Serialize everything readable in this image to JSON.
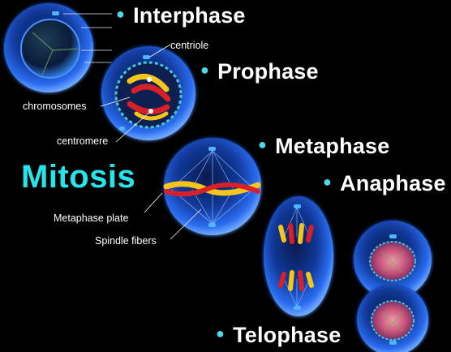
{
  "title": "Mitosis",
  "phases": {
    "interphase": "Interphase",
    "prophase": "Prophase",
    "metaphase": "Metaphase",
    "anaphase": "Anaphase",
    "telophase": "Telophase"
  },
  "callouts": {
    "centriole": "centriole",
    "chromosomes": "chromosomes",
    "centromere": "centromere",
    "metaphase_plate": "Metaphase plate",
    "spindle_fibers": "Spindle fibers"
  },
  "colors": {
    "background": "#000000",
    "title": "#27e3ea",
    "bullet": "#4fd8ea",
    "cell_membrane": "#3d7dff",
    "chromosome_red": "#d8202a",
    "chromosome_yellow": "#f4c51c"
  }
}
